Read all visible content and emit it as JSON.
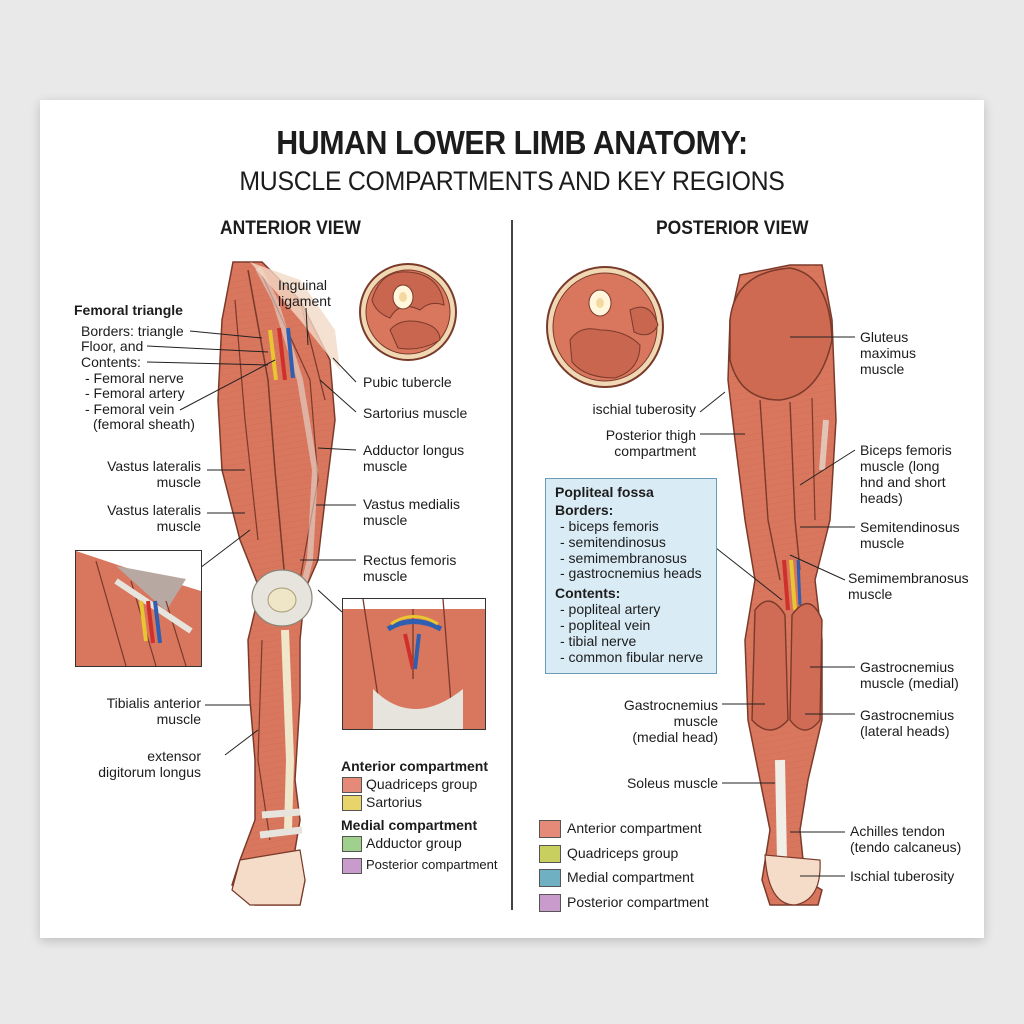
{
  "title": {
    "main": "HUMAN LOWER LIMB ANATOMY:",
    "sub": "MUSCLE COMPARTMENTS AND KEY REGIONS"
  },
  "anterior": {
    "heading": "ANTERIOR VIEW",
    "femoral_triangle": {
      "title": "Femoral triangle",
      "lines": [
        "Borders: triangle",
        "Floor, and",
        "Contents:",
        "- Femoral nerve",
        "- Femoral artery",
        "- Femoral vein",
        "(femoral sheath)"
      ]
    },
    "labels": {
      "inguinal": "Inguinal\nligament",
      "pubic": "Pubic tubercle",
      "sartorius": "Sartorius muscle",
      "adductor_longus": "Adductor longus\nmuscle",
      "vastus_medialis": "Vastus medialis\nmuscle",
      "rectus_femoris": "Rectus femoris\nmuscle",
      "vastus_lateralis_1": "Vastus lateralis\nmuscle",
      "vastus_lateralis_2": "Vastus lateralis\nmuscle",
      "tibialis_anterior": "Tibialis anterior\nmuscle",
      "extensor": "extensor\ndigitorum longus"
    },
    "legend": {
      "group1_title": "Anterior compartment",
      "quadriceps": "Quadriceps group",
      "sartorius": "Sartorius",
      "group2_title": "Medial compartment",
      "adductor": "Adductor group",
      "posterior": "Posterior compartment"
    }
  },
  "posterior": {
    "heading": "POSTERIOR VIEW",
    "labels": {
      "ischial_1": "ischial tuberosity",
      "thigh_comp": "Posterior thigh\ncompartment",
      "gluteus": "Gluteus\nmaximus\nmuscle",
      "biceps": "Biceps femoris\nmuscle (long\nhnd and short\nheads)",
      "semitendinosus": "Semitendinosus\nmuscle",
      "semimembranosus": "Semimembranosus\nmuscle",
      "gastro_medial": "Gastrocnemius\nmuscle (medial)",
      "gastro_lateral": "Gastrocnemius\n(lateral heads)",
      "gastro_head": "Gastrocnemius\nmuscle\n(medial head)",
      "soleus": "Soleus muscle",
      "achilles": "Achilles tendon\n(tendo calcaneus)",
      "ischial_2": "Ischial tuberosity"
    },
    "fossa": {
      "title": "Popliteal fossa",
      "borders_title": "Borders:",
      "borders": [
        "- biceps femoris",
        "- semitendinosus",
        "- semimembranosus",
        "- gastrocnemius heads"
      ],
      "contents_title": "Contents:",
      "contents": [
        "- popliteal artery",
        "- popliteal vein",
        "- tibial nerve",
        "- common fibular nerve"
      ]
    },
    "legend": [
      "Anterior compartment",
      "Quadriceps group",
      "Medial compartment",
      "Posterior compartment"
    ]
  },
  "colors": {
    "muscle": "#d9765e",
    "muscle_dark": "#b5523e",
    "tendon": "#e6e4dc",
    "artery": "#d0302a",
    "vein": "#2f5fb0",
    "nerve": "#e8c531",
    "legend_anterior": "#e58a78",
    "legend_quadriceps": "#e7d46a",
    "legend_adductor": "#9fd08e",
    "legend_posterior": "#c99bcc",
    "legend2_anterior": "#e58a78",
    "legend2_quadriceps": "#c8cf5e",
    "legend2_medial": "#6fb0c2",
    "legend2_posterior": "#c99bcc"
  }
}
